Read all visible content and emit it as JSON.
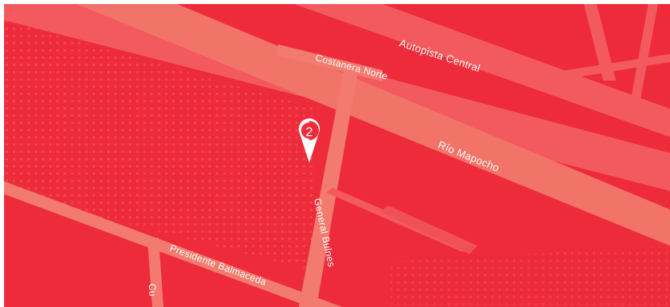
{
  "map": {
    "colors": {
      "background": "#ee2b3a",
      "water": "#f16a62",
      "road": "#f1525a",
      "road_light": "#f27a6f",
      "label": "#ffffff"
    },
    "labels": {
      "autopista": "Autopista Central",
      "costanera": "Costanera Norte",
      "rio": "Río Mapocho",
      "general_bulnes": "General Bulnes",
      "presidente_balmaceda": "Presidente Balmaceda",
      "cumming": "Cu"
    },
    "marker": {
      "number": "2",
      "icon": "map-pin-icon"
    }
  }
}
